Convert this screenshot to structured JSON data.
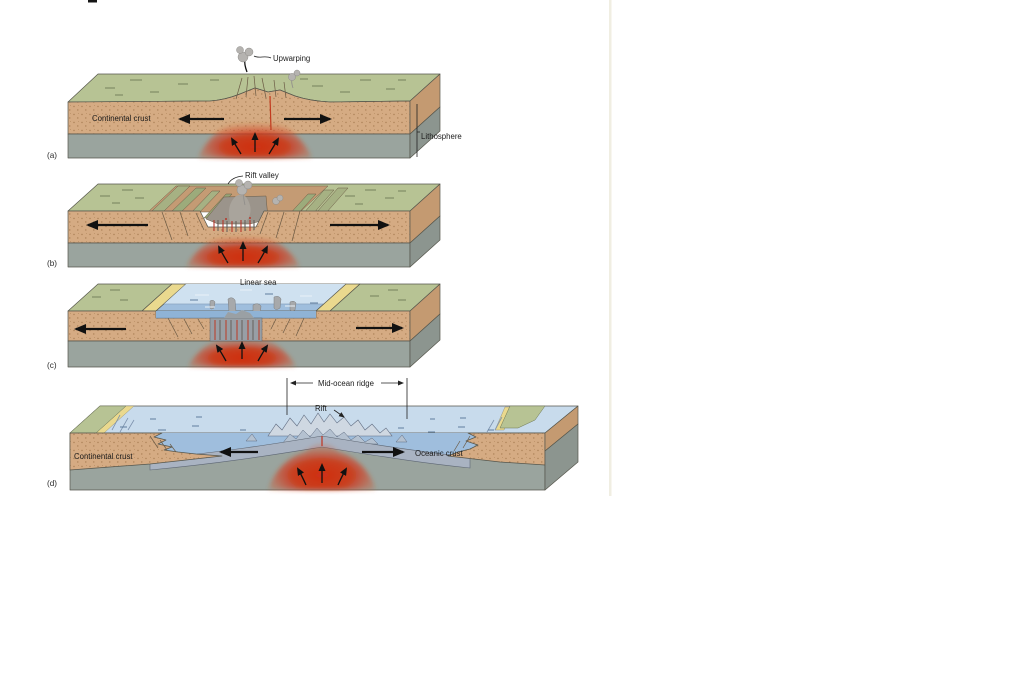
{
  "page": {
    "background_color": "#ffffff"
  },
  "figure": {
    "description": "Four-stage block diagram of continental rifting forming an ocean basin",
    "stage_tags": {
      "a": "(a)",
      "b": "(b)",
      "c": "(c)",
      "d": "(d)"
    },
    "labels": {
      "a": {
        "upwarping": "Upwarping",
        "continental_crust": "Continental crust",
        "lithosphere": "Lithosphere"
      },
      "b": {
        "rift_valley": "Rift valley"
      },
      "c": {
        "linear_sea": "Linear sea"
      },
      "d": {
        "mid_ocean_ridge": "Mid-ocean ridge",
        "rift": "Rift",
        "continental_crust": "Continental crust",
        "oceanic_crust": "Oceanic crust"
      }
    },
    "colors": {
      "land_green": "#b7c394",
      "crust_tan": "#d5ab83",
      "mantle_gray": "#9aa49e",
      "magma_red": "#cf3012",
      "sea_surface_blue": "#c8dbec",
      "water_front_blue": "#9fbedd",
      "sand_yellow": "#ead98e",
      "oceanic_crust_gray": "#a9b3c2",
      "smoke_gray": "#b5b3b0"
    }
  }
}
